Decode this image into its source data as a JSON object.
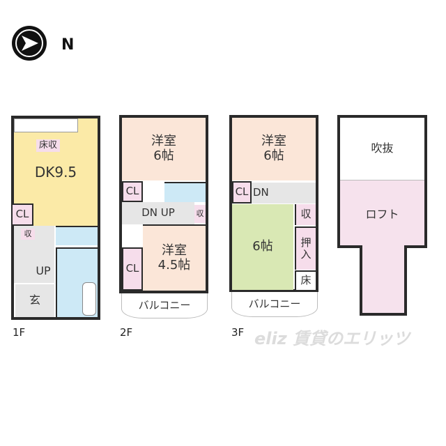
{
  "compass": {
    "icon": "compass-north-arrow-icon",
    "label": "N"
  },
  "floors": {
    "f1": {
      "label": "1F",
      "dk": "DK9.5",
      "floor_storage": "床収",
      "cl": "CL",
      "storage": "収",
      "up": "UP",
      "entrance": "玄"
    },
    "f2": {
      "label": "2F",
      "room1": "洋室\n6帖",
      "cl1": "CL",
      "hall": "DN UP",
      "storage": "収",
      "room2": "洋室\n4.5帖",
      "cl2": "CL",
      "balcony": "バルコニー"
    },
    "f3": {
      "label": "3F",
      "room1": "洋室\n6帖",
      "cl": "CL",
      "dn": "DN",
      "tatami": "6帖",
      "storage": "収",
      "oshiire": "押\n入",
      "toko": "床",
      "balcony": "バルコニー"
    },
    "loft": {
      "void": "吹抜",
      "loft": "ロフト"
    }
  },
  "watermark": "eliz 賃貸のエリッツ",
  "colors": {
    "dk": "#fbeaa7",
    "western": "#fbe6d8",
    "water": "#cde9f6",
    "closet": "#f6ddeb",
    "tatami": "#d9e8b4",
    "loft": "#f6e2ed"
  }
}
